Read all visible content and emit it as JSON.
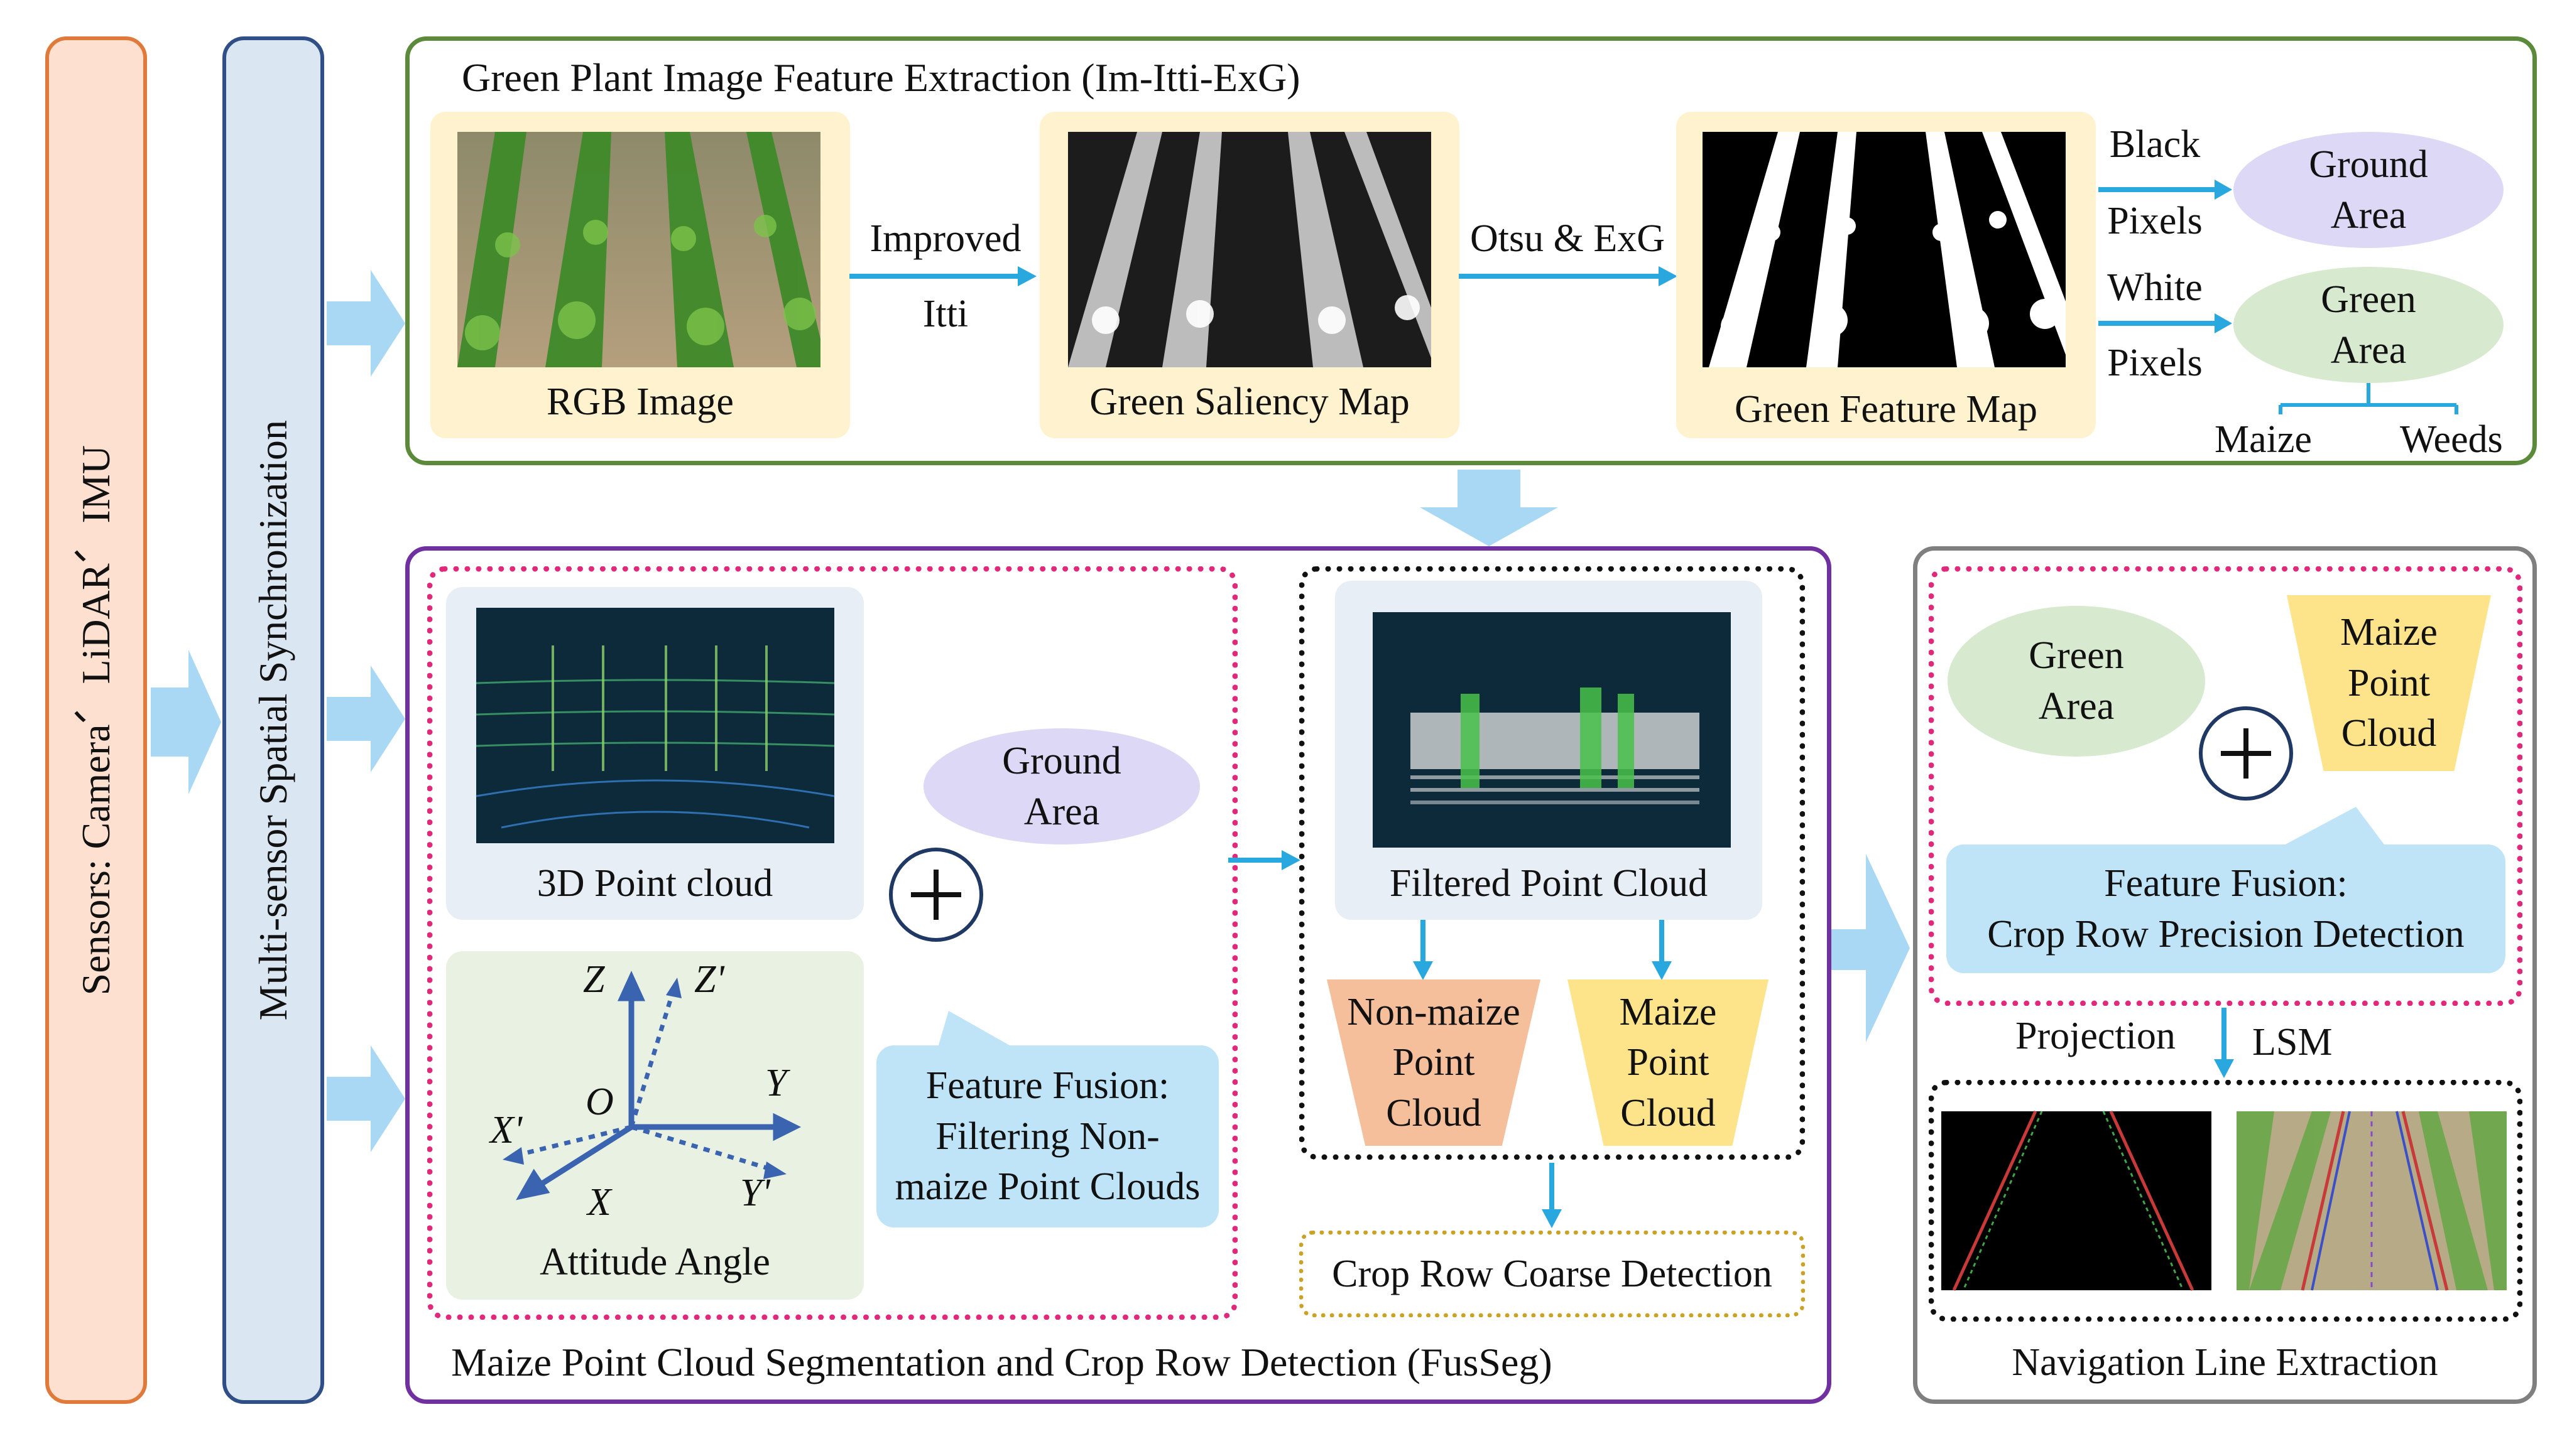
{
  "sensors": {
    "label": "Sensors: Camera、LiDAR、IMU"
  },
  "sync": {
    "label": "Multi-sensor Spatial Synchronization"
  },
  "top_panel": {
    "title": "Green Plant Image Feature Extraction (Im-Itti-ExG)",
    "rgb_label": "RGB Image",
    "arrow1_top": "Improved",
    "arrow1_bottom": "Itti",
    "saliency_label": "Green Saliency Map",
    "arrow2_label": "Otsu & ExG",
    "feature_label": "Green Feature Map",
    "black_top": "Black",
    "black_bottom": "Pixels",
    "white_top": "White",
    "white_bottom": "Pixels",
    "ground_area": [
      "Ground",
      "Area"
    ],
    "green_area": [
      "Green",
      "Area"
    ],
    "maize": "Maize",
    "weeds": "Weeds"
  },
  "middle_panel": {
    "title": "Maize Point Cloud Segmentation and Crop Row Detection (FusSeg)",
    "point_cloud_label": "3D Point cloud",
    "ground_area": [
      "Ground",
      "Area"
    ],
    "attitude_label": "Attitude Angle",
    "axes": {
      "z": "Z",
      "z_prime": "Z'",
      "y": "Y",
      "y_prime": "Y'",
      "x": "X",
      "x_prime": "X'",
      "origin": "O"
    },
    "fusion_callout": [
      "Feature Fusion:",
      "Filtering Non-",
      "maize Point Clouds"
    ],
    "filtered_label": "Filtered Point Cloud",
    "non_maize": [
      "Non-maize",
      "Point",
      "Cloud"
    ],
    "maize_cloud": [
      "Maize",
      "Point",
      "Cloud"
    ],
    "coarse_detection": "Crop Row Coarse Detection"
  },
  "right_panel": {
    "green_area": [
      "Green",
      "Area"
    ],
    "maize_cloud": [
      "Maize",
      "Point",
      "Cloud"
    ],
    "fusion_callout": [
      "Feature Fusion:",
      "Crop Row Precision Detection"
    ],
    "projection": "Projection",
    "lsm": "LSM",
    "title": "Navigation Line Extraction"
  },
  "colors": {
    "sensor_fill": "#fde0cf",
    "sensor_border": "#e07a3a",
    "sync_fill": "#dbe6f3",
    "sync_border": "#2f4f86",
    "top_border": "#5a8a3a",
    "mid_border": "#7030a0",
    "right_border": "#7f7f7f",
    "arrow": "#29a8e0",
    "big_arrow": "#a9d8f5",
    "ellipse_purple": "#dcd8f6",
    "ellipse_green": "#d7ead0",
    "trap_orange": "#f6bf9c",
    "trap_yellow": "#fde48a",
    "dotted_pink": "#e0297a",
    "dotted_gold": "#c9a227"
  }
}
